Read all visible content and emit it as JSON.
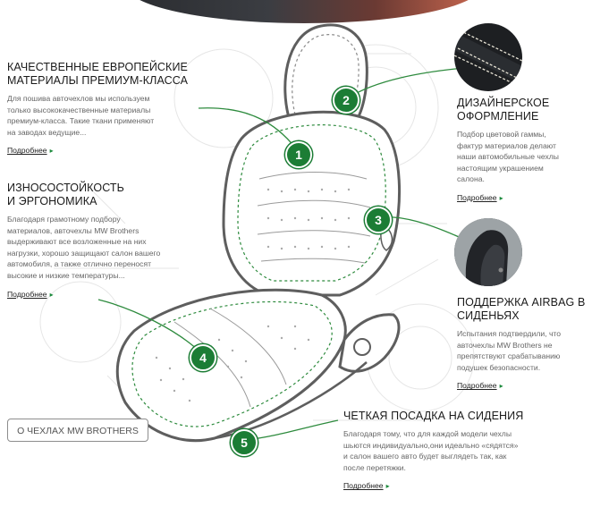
{
  "features": [
    {
      "title_line1": "КАЧЕСТВЕННЫЕ ЕВРОПЕЙСКИЕ",
      "title_line2": "МАТЕРИАЛЫ ПРЕМИУМ-КЛАССА",
      "text_lines": [
        "Для пошива авточехлов мы используем",
        "только высококачественные материалы",
        "премиум-класса. Такие ткани применяют",
        "на заводах ведущие..."
      ],
      "more": "Подробнее",
      "badge": "1"
    },
    {
      "title_line1": "ДИЗАЙНЕРСКОЕ",
      "title_line2": "ОФОРМЛЕНИЕ",
      "text_lines": [
        "Подбор цветовой гаммы,",
        "фактур материалов делают",
        "наши автомобильные чехлы",
        "настоящим украшением",
        "салона."
      ],
      "more": "Подробнее",
      "badge": "2"
    },
    {
      "title_line1": "ПОДДЕРЖКА AIRBAG В",
      "title_line2": "СИДЕНЬЯХ",
      "text_lines": [
        "Испытания подтвердили, что",
        "авточехлы MW Brothers не",
        "препятствуют срабатыванию",
        "подушек безопасности."
      ],
      "more": "Подробнее",
      "badge": "3"
    },
    {
      "title_line1": "ИЗНОСОСТОЙКОСТЬ",
      "title_line2": "И ЭРГОНОМИКА",
      "text_lines": [
        "Благодаря грамотному подбору",
        "материалов, авточехлы MW Brothers",
        "выдерживают все возложенные на них",
        "нагрузки, хорошо защищают салон вашего",
        "автомобиля, а также отлично переносят",
        "высокие и низкие температуры..."
      ],
      "more": "Подробнее",
      "badge": "4"
    },
    {
      "title_line1": "ЧЕТКАЯ ПОСАДКА НА СИДЕНИЯ",
      "title_line2": "",
      "text_lines": [
        "Благодаря тому, что для каждой модели чехлы",
        "шьются индивидуально,они идеально «сядятся»",
        "и салон вашего авто будет выглядеть так, как",
        "после перетяжки."
      ],
      "more": "Подробнее",
      "badge": "5"
    }
  ],
  "about_button": "О ЧЕХЛАХ MW BROTHERS",
  "colors": {
    "accent": "#1c7d35",
    "seat_stroke": "#5e5e5e",
    "stitch": "#2e8b3e",
    "text": "#1a1a1a",
    "muted": "#666666"
  }
}
